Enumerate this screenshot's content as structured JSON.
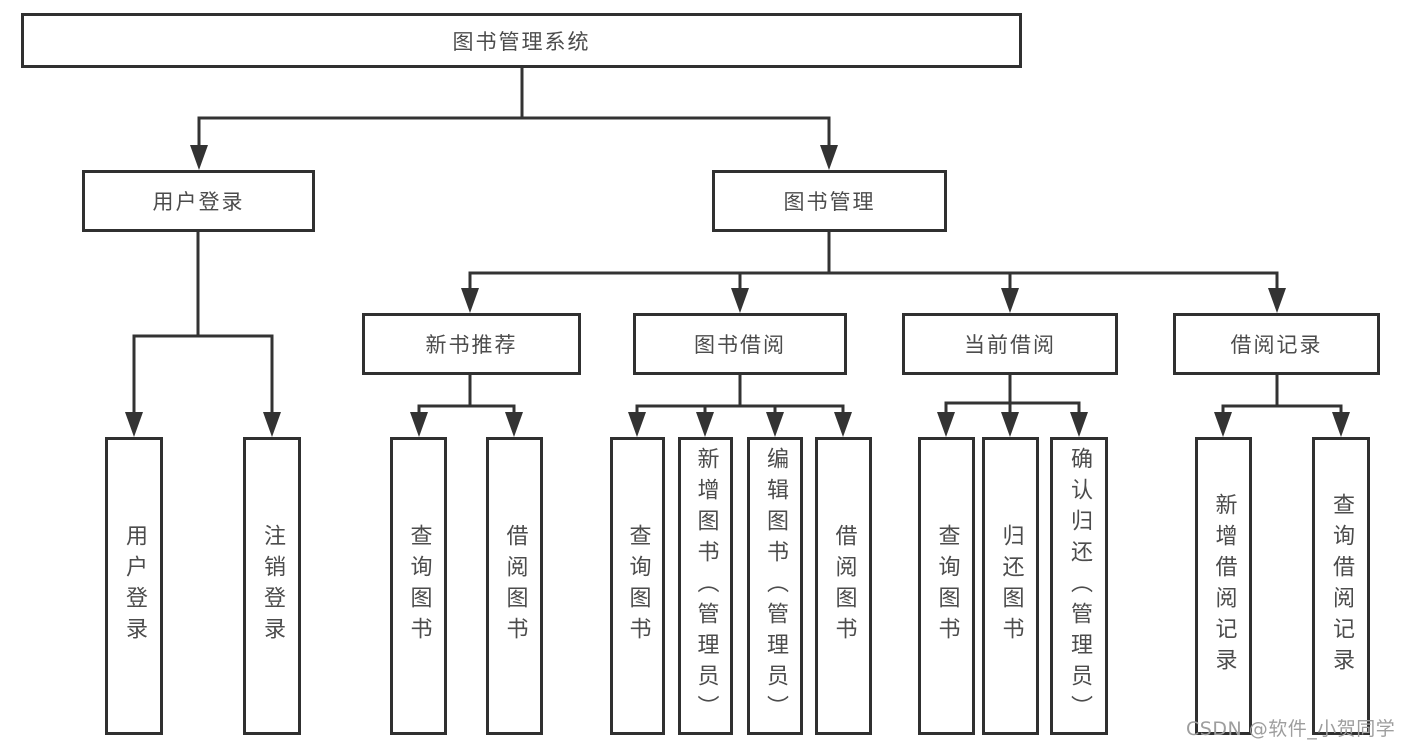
{
  "nodes": {
    "root": {
      "label": "图书管理系统"
    },
    "level1": [
      {
        "label": "用户登录"
      },
      {
        "label": "图书管理"
      }
    ],
    "level2": [
      {
        "label": "新书推荐"
      },
      {
        "label": "图书借阅"
      },
      {
        "label": "当前借阅"
      },
      {
        "label": "借阅记录"
      }
    ],
    "leaves": [
      {
        "label": "用户登录"
      },
      {
        "label": "注销登录"
      },
      {
        "label": "查询图书"
      },
      {
        "label": "借阅图书"
      },
      {
        "label": "查询图书"
      },
      {
        "label": "新增图书（管理员）"
      },
      {
        "label": "编辑图书（管理员）"
      },
      {
        "label": "借阅图书"
      },
      {
        "label": "查询图书"
      },
      {
        "label": "归还图书"
      },
      {
        "label": "确认归还（管理员）"
      },
      {
        "label": "新增借阅记录"
      },
      {
        "label": "查询借阅记录"
      }
    ]
  },
  "watermark": {
    "text": "CSDN @软件_小贺同学"
  },
  "colors": {
    "line": "#333333",
    "border": "#303030",
    "text": "#4c4c4c",
    "background": "#ffffff",
    "watermark": "#9e9e9e"
  }
}
